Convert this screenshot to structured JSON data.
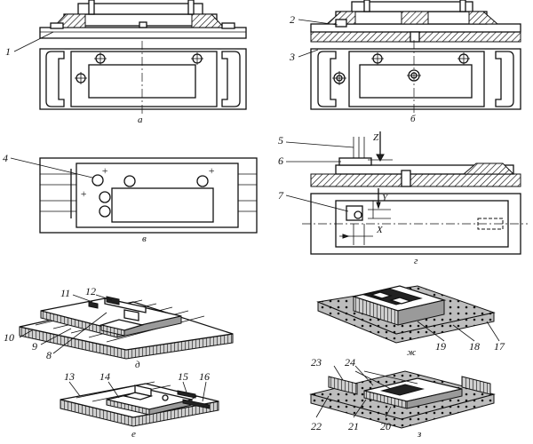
{
  "callouts": [
    "1",
    "2",
    "3",
    "4",
    "5",
    "6",
    "7",
    "8",
    "9",
    "10",
    "11",
    "12",
    "13",
    "14",
    "15",
    "16",
    "17",
    "18",
    "19",
    "20",
    "21",
    "22",
    "23",
    "24"
  ],
  "captions": {
    "a": "а",
    "b": "б",
    "v": "в",
    "g": "г",
    "d": "д",
    "e": "е",
    "zh": "ж",
    "z": "з"
  },
  "axes": {
    "x": "X",
    "y": "Y",
    "z": "Z"
  }
}
